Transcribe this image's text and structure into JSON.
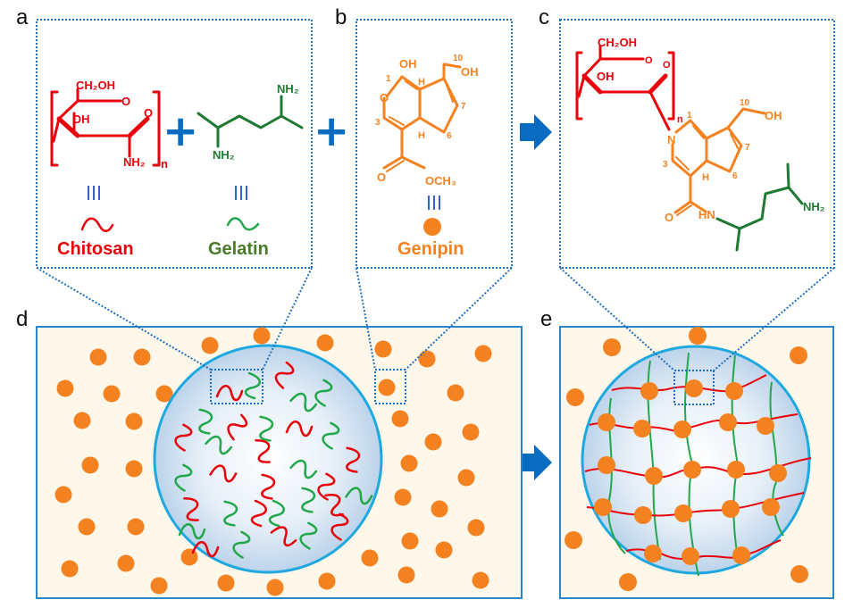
{
  "colors": {
    "chitosan": "#e8000b",
    "gelatin": "#1e7a33",
    "gelatin_chain": "#22a84a",
    "gelatin_label": "#4a7a2a",
    "genipin": "#f58220",
    "arrow": "#0a6cc0",
    "plus": "#0a6cc0",
    "equiv": "#3a5fc8",
    "dotted_box": "#1f6fc0",
    "panel_bg": "#fff8ea",
    "panel_border": "#2a86c8",
    "sphere_border": "#1ea8e0"
  },
  "panels": {
    "a": {
      "label": "a",
      "chitosan": {
        "name": "Chitosan",
        "groups": {
          "ch2oh": "CH₂OH",
          "ring_o": "O",
          "link_o": "O",
          "oh": "OH",
          "nh2": "NH₂",
          "n": "n"
        }
      },
      "gelatin": {
        "name": "Gelatin",
        "groups": {
          "nh2_top": "NH₂",
          "nh2_bottom": "NH₂"
        }
      },
      "equiv_symbol": "|||",
      "plus": "+"
    },
    "b": {
      "label": "b",
      "genipin": {
        "name": "Genipin",
        "groups": {
          "oh_top": "OH",
          "oh_right": "OH",
          "ring_o": "O",
          "ester_o": "O",
          "och3": "OCH₃",
          "h1": "H",
          "h2": "H"
        },
        "atom_numbers": [
          "1",
          "3",
          "6",
          "7",
          "10"
        ]
      },
      "equiv_symbol": "|||",
      "plus": "+"
    },
    "c": {
      "label": "c",
      "product": {
        "groups": {
          "ch2oh": "CH₂OH",
          "ring_o": "O",
          "link_o": "O",
          "oh": "OH",
          "n_label": "n",
          "nitrogen": "N",
          "oh_right": "OH",
          "h": "H",
          "carbonyl_o": "O",
          "hn": "HN",
          "nh2": "NH₂"
        },
        "atom_numbers": [
          "1",
          "3",
          "6",
          "7",
          "10"
        ]
      }
    },
    "d": {
      "label": "d",
      "description": "Chitosan (red) and gelatin (green) chains inside sphere surrounded by free genipin particles (orange)"
    },
    "e": {
      "label": "e",
      "description": "Crosslinked network: red and green chains joined at orange genipin nodes"
    }
  }
}
